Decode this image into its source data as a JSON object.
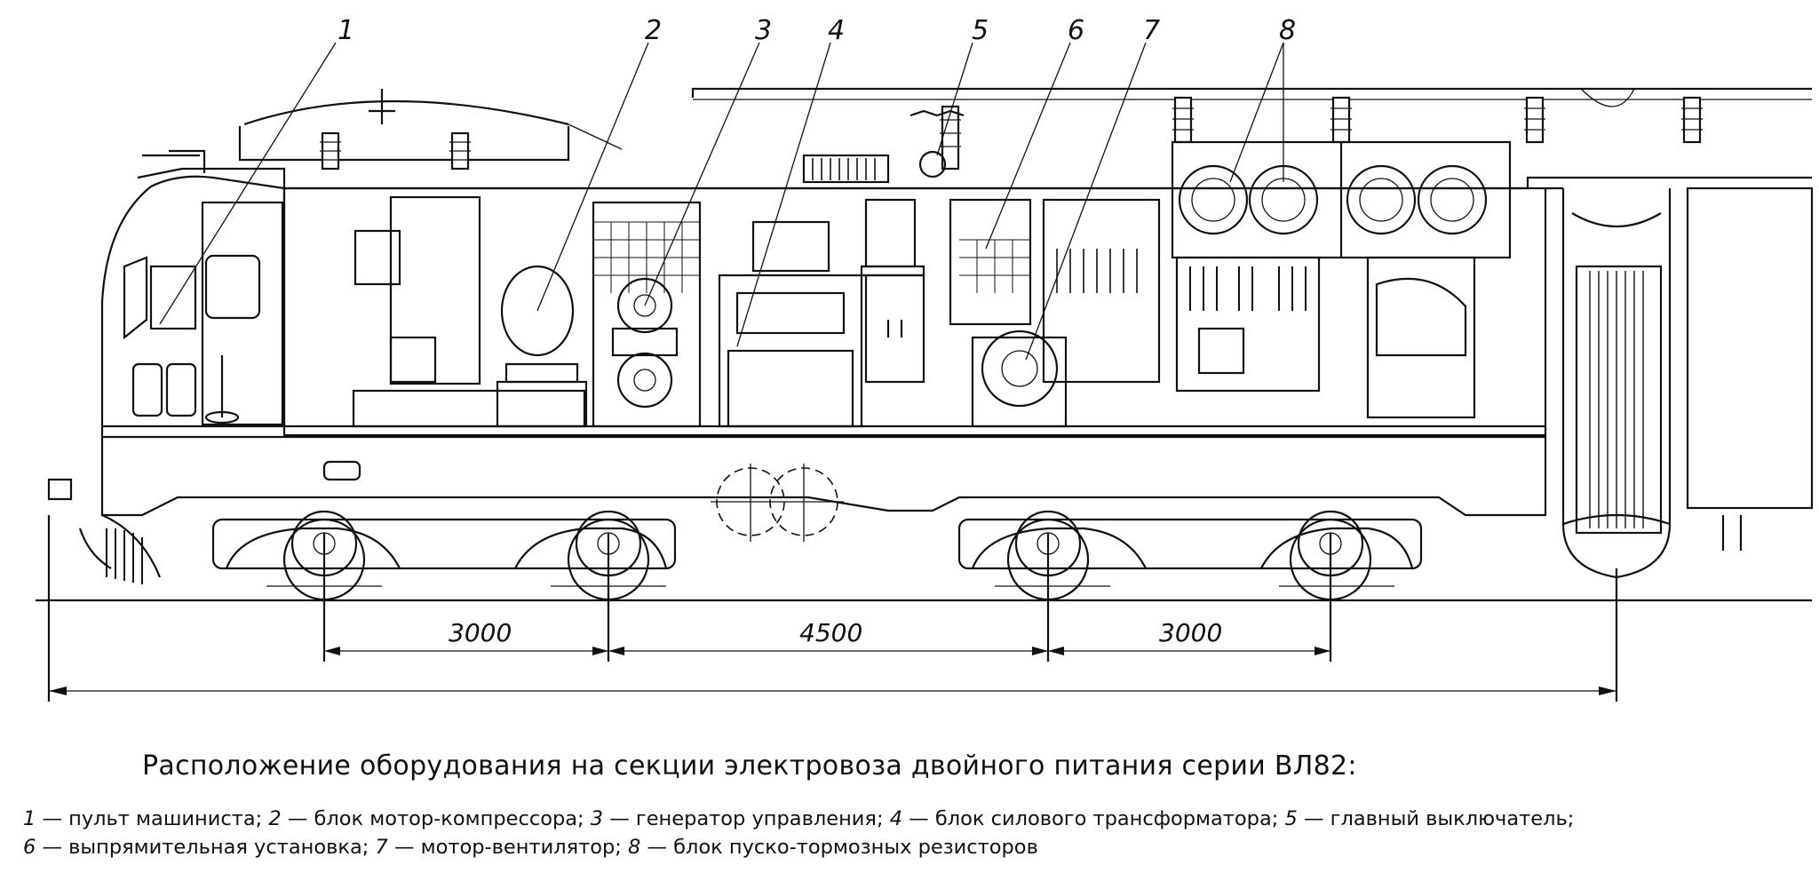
{
  "diagram": {
    "callouts": [
      "1",
      "2",
      "3",
      "4",
      "5",
      "6",
      "7",
      "8"
    ],
    "dimensions": [
      "3000",
      "4500",
      "3000"
    ]
  },
  "caption": {
    "title": "Расположение оборудования на секции электровоза двойного питания серии ВЛ82:",
    "legend": [
      {
        "num": "1",
        "text": " — пульт машиниста; "
      },
      {
        "num": "2",
        "text": " — блок мотор-компрессора; "
      },
      {
        "num": "3",
        "text": " — генератор управления; "
      },
      {
        "num": "4",
        "text": " — блок силового трансформатора; "
      },
      {
        "num": "5",
        "text": " — главный выключатель;"
      },
      {
        "num": "6",
        "text": " — выпрямительная установка; "
      },
      {
        "num": "7",
        "text": " — мотор-вентилятор; "
      },
      {
        "num": "8",
        "text": " — блок пуско-тормозных резисторов"
      }
    ]
  }
}
